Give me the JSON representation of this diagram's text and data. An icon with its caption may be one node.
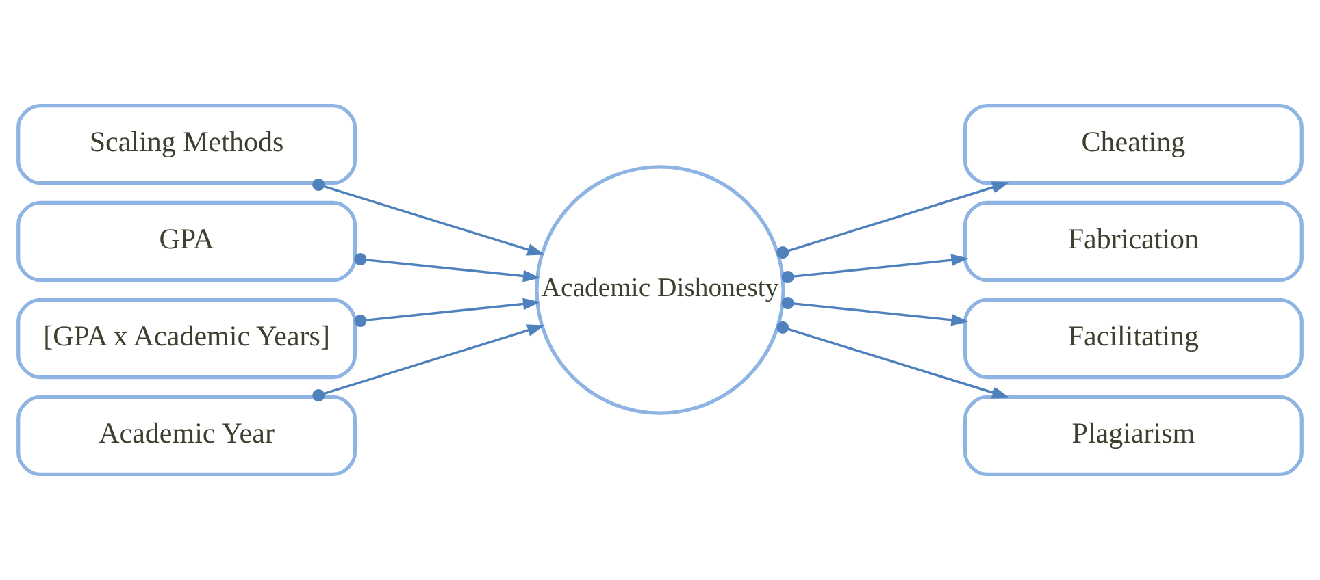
{
  "diagram": {
    "nodes": [
      {
        "text": [
          "Scaling Methods"
        ]
      },
      {
        "text": [
          "GPA"
        ]
      },
      {
        "text": [
          "[GPA x Academic Years]"
        ]
      },
      {
        "text": [
          "Academic Year"
        ]
      },
      {
        "text": [
          "Academic Dishonesty"
        ]
      },
      {
        "text": [
          "Cheating"
        ]
      },
      {
        "text": [
          "Fabrication"
        ]
      },
      {
        "text": [
          "Facilitating"
        ]
      },
      {
        "text": [
          "Plagiarism"
        ]
      }
    ],
    "edges": [
      {
        "from": 0,
        "to": 4,
        "arrow": "to"
      },
      {
        "from": 1,
        "to": 4,
        "arrow": "to"
      },
      {
        "from": 2,
        "to": 4,
        "arrow": "to"
      },
      {
        "from": 3,
        "to": 4,
        "arrow": "to"
      },
      {
        "from": 4,
        "to": 5,
        "arrow": "to"
      },
      {
        "from": 4,
        "to": 6,
        "arrow": "to"
      },
      {
        "from": 4,
        "to": 7,
        "arrow": "to"
      },
      {
        "from": 4,
        "to": 8,
        "arrow": "to"
      }
    ]
  }
}
